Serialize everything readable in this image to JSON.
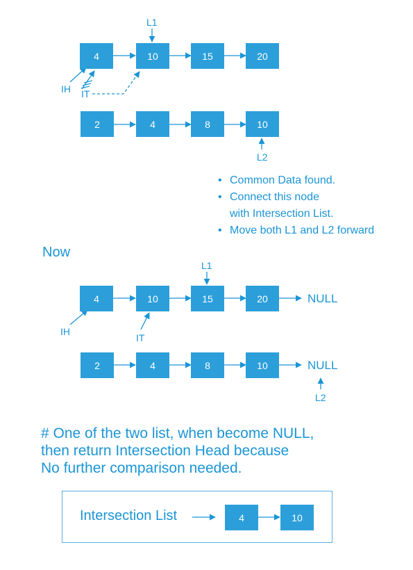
{
  "diagram1": {
    "list1_nodes": [
      "4",
      "10",
      "15",
      "20"
    ],
    "list2_nodes": [
      "2",
      "4",
      "8",
      "10"
    ],
    "pointer_l1": "L1",
    "pointer_l2": "L2",
    "pointer_ih": "IH",
    "pointer_it": "IT",
    "bullets": [
      "Common Data found.",
      "Connect this node",
      "with Intersection List.",
      "Move both L1 and L2 forward"
    ]
  },
  "now_label": "Now",
  "diagram2": {
    "list1_nodes": [
      "4",
      "10",
      "15",
      "20"
    ],
    "list2_nodes": [
      "2",
      "4",
      "8",
      "10"
    ],
    "null_label": "NULL",
    "pointer_l1": "L1",
    "pointer_l2": "L2",
    "pointer_ih": "IH",
    "pointer_it": "IT"
  },
  "note": {
    "line1": "# One of the two list, when become NULL,",
    "line2": "then return Intersection Head because",
    "line3": "No further comparison needed."
  },
  "intersection": {
    "title": "Intersection List",
    "nodes": [
      "4",
      "10"
    ]
  },
  "colors": {
    "node_fill": "#2c9fda",
    "text_accent": "#1b95d6",
    "arrow": "#1b95d6",
    "node_text": "#ffffff"
  }
}
